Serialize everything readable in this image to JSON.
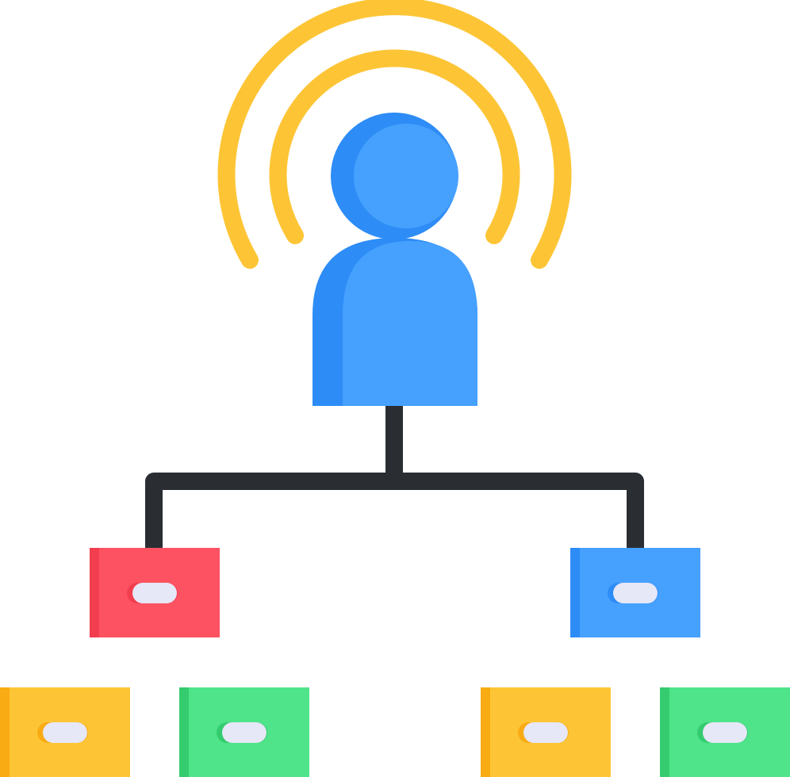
{
  "colors": {
    "signal": "#fdc536",
    "person_light": "#46a0fd",
    "person_dark": "#2d8cf6",
    "connector": "#2a2e33",
    "red_box": "#fd5261",
    "red_box_edge": "#f33e4f",
    "blue_box": "#46a0fd",
    "blue_box_edge": "#2d8cf6",
    "yellow_box": "#fdc536",
    "yellow_box_edge": "#f8ab12",
    "green_box": "#4fe48a",
    "green_box_edge": "#34cc6f",
    "slot": "#e6e7f7"
  },
  "icon": {
    "name": "user-network-broadcast-icon",
    "parts": [
      "broadcast-signal",
      "person",
      "hierarchy-connector",
      "child-boxes"
    ]
  }
}
